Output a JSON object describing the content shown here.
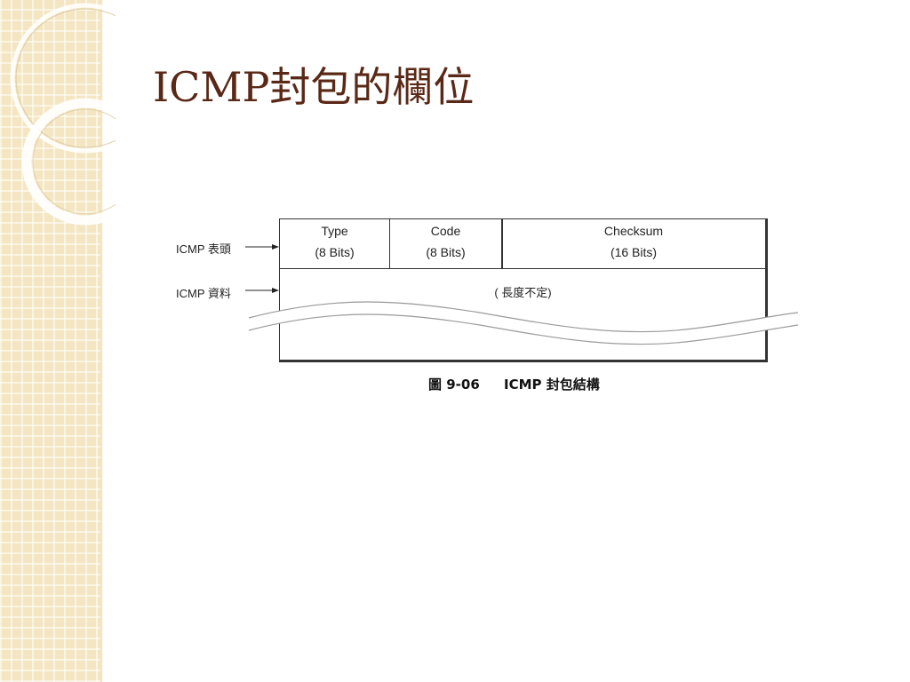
{
  "slide": {
    "title": "ICMP封包的欄位"
  },
  "diagram": {
    "fields": {
      "type": {
        "name": "Type",
        "bits": "(8 Bits)"
      },
      "code": {
        "name": "Code",
        "bits": "(8 Bits)"
      },
      "checksum": {
        "name": "Checksum",
        "bits": "(16 Bits)"
      }
    },
    "data_text": "( 長度不定)",
    "row_labels": {
      "header": "ICMP 表頭",
      "data": "ICMP 資料"
    },
    "caption": {
      "number": "圖 9-06",
      "text": "ICMP 封包結構"
    }
  },
  "colors": {
    "title": "#5a2816",
    "strip": "#f4e6c2"
  }
}
